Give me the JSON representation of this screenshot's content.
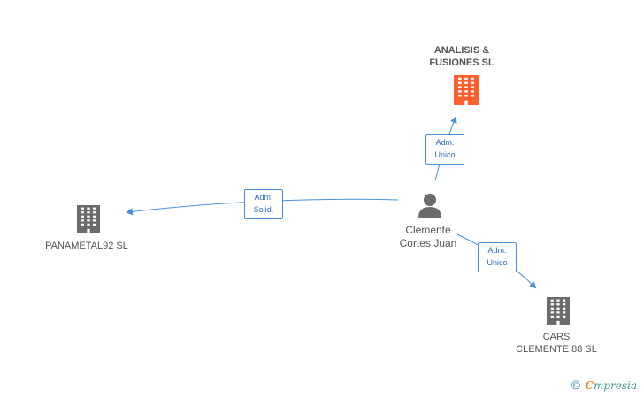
{
  "nodes": {
    "analisis": {
      "label_line1": "ANALISIS &",
      "label_line2": "FUSIONES SL",
      "color": "#ff5f2e"
    },
    "panametal": {
      "label": "PANAMETAL92 SL",
      "color": "#6b6b6b"
    },
    "person": {
      "label_line1": "Clemente",
      "label_line2": "Cortes Juan",
      "color": "#6b6b6b"
    },
    "cars": {
      "label_line1": "CARS",
      "label_line2": "CLEMENTE 88 SL",
      "color": "#6b6b6b"
    }
  },
  "edges": {
    "to_analisis": {
      "line1": "Adm.",
      "line2": "Unico"
    },
    "to_panametal": {
      "line1": "Adm.",
      "line2": "Solid."
    },
    "to_cars": {
      "line1": "Adm.",
      "line2": "Unico"
    }
  },
  "colors": {
    "edge": "#4a90d9"
  },
  "watermark": {
    "copyright": "©",
    "brand_initial": "C",
    "brand_rest": "mpresia"
  }
}
